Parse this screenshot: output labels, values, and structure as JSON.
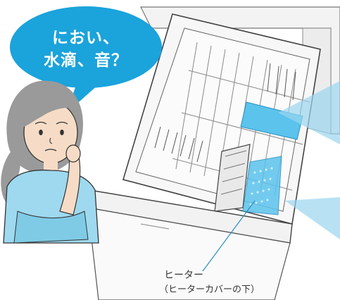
{
  "bubble": {
    "line1": "におい、",
    "line2": "水滴、音？"
  },
  "heater": {
    "label": "ヒーター",
    "sublabel": "（ヒーターカバーの下）"
  },
  "colors": {
    "bubble": "#1ba3db",
    "callout": "#9ad6ef",
    "heater_highlight": "#5bc3ec",
    "shirt": "#9ed9ef",
    "hair": "#9a9a9a",
    "line_art": "#444444"
  },
  "icons": {
    "person": "worried-woman-illustration",
    "appliance": "dishwasher-illustration"
  }
}
